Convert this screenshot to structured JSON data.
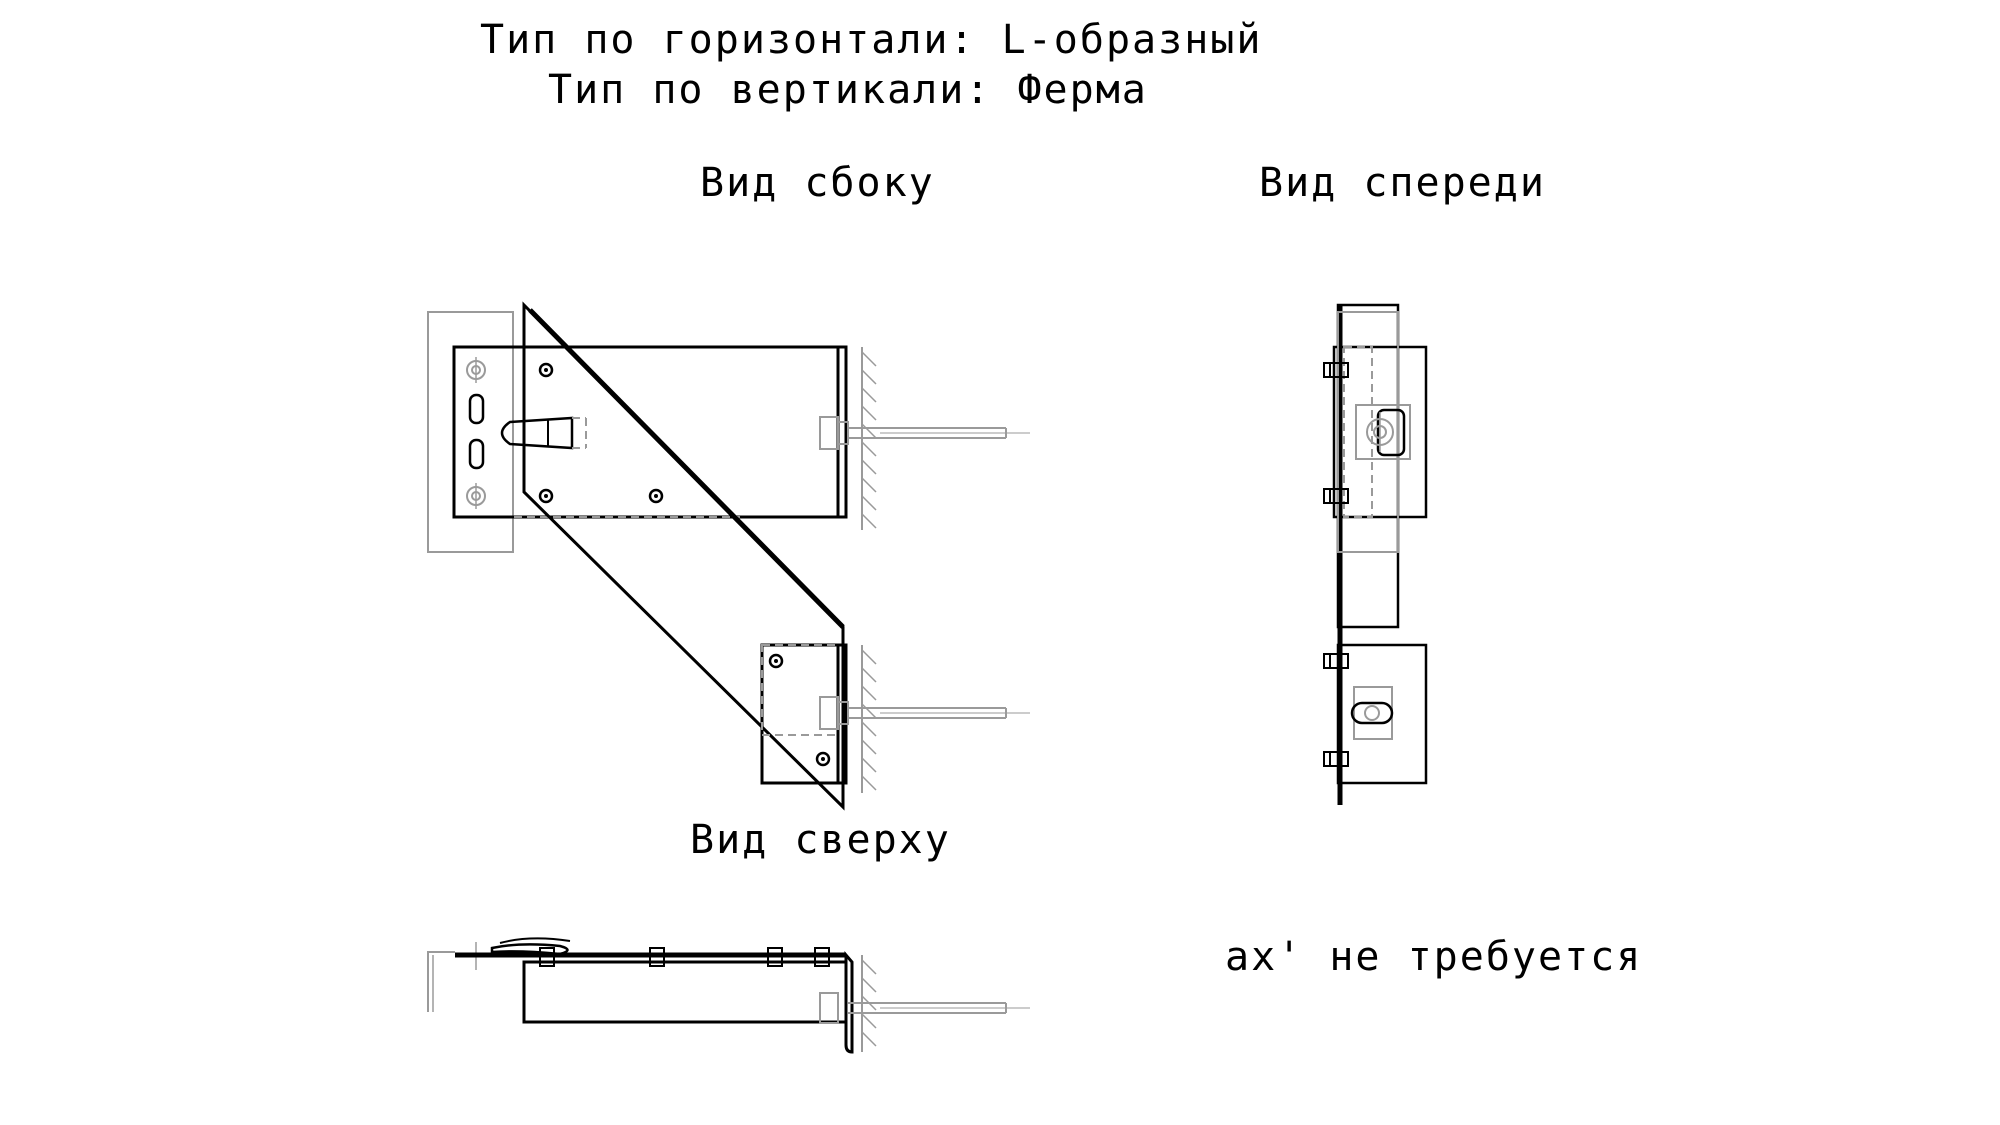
{
  "header": {
    "horizontal_type_line": "Тип по горизонтали: L-образный",
    "vertical_type_line": "Тип по вертикали: Ферма"
  },
  "views": {
    "side_title": "Вид сбоку",
    "front_title": "Вид спереди",
    "top_title": "Вид сверху"
  },
  "note": "ax' не требуется"
}
